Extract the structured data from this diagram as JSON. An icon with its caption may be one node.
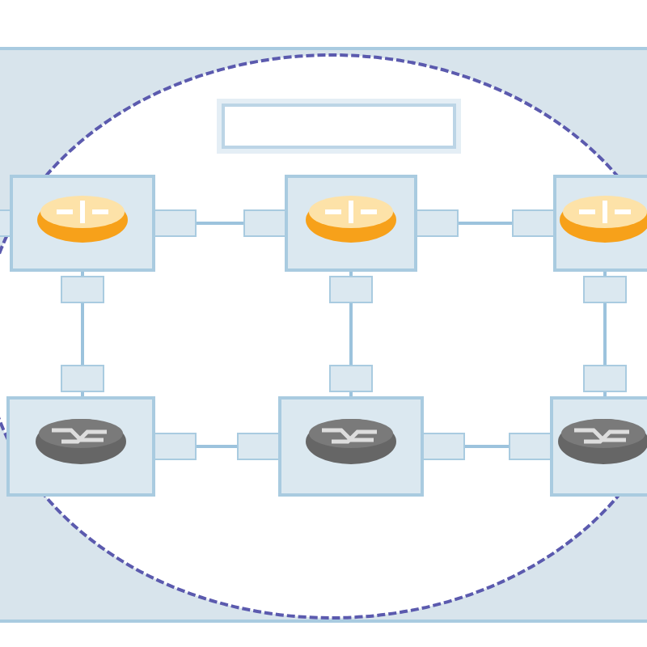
{
  "diagram": {
    "nodes": [
      {
        "text": [],
        "shape": "box"
      },
      {
        "text": [],
        "shape": "picture"
      },
      {
        "text": [],
        "shape": "picture"
      },
      {
        "text": [],
        "shape": "picture"
      },
      {
        "text": [],
        "shape": "picture"
      },
      {
        "text": [],
        "shape": "picture"
      },
      {
        "text": [],
        "shape": "picture"
      }
    ],
    "edges": [
      {
        "from": 1,
        "to": 2,
        "arrow": "none"
      },
      {
        "from": 2,
        "to": 3,
        "arrow": "none"
      },
      {
        "from": 4,
        "to": 5,
        "arrow": "none"
      },
      {
        "from": 5,
        "to": 6,
        "arrow": "none"
      },
      {
        "from": 1,
        "to": 4,
        "arrow": "none"
      },
      {
        "from": 2,
        "to": 5,
        "arrow": "none"
      },
      {
        "from": 3,
        "to": 6,
        "arrow": "none"
      }
    ]
  }
}
